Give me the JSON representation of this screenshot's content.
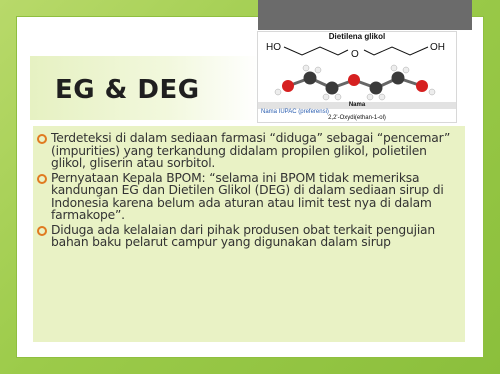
{
  "slide": {
    "title": "EG & DEG",
    "molecule": {
      "title": "Dietilena glikol",
      "left_group": "HO",
      "center_atom": "O",
      "right_group": "OH",
      "caption_header": "Nama",
      "caption_line1": "Nama IUPAC (preferensi)",
      "caption_line2": "2,2'-Oxydi(ethan-1-ol)"
    },
    "bullets": [
      {
        "text": "Terdeteksi di dalam sediaan farmasi “diduga” sebagai “pencemar” (impurities) yang terkandung didalam propilen glikol, polietilen glikol, gliserin atau sorbitol."
      },
      {
        "text": "Pernyataan Kepala BPOM: “selama ini BPOM tidak memeriksa kandungan EG dan Dietilen Glikol (DEG) di dalam sediaan sirup di Indonesia karena belum ada aturan atau limit test nya di dalam farmakope”."
      },
      {
        "text": "Diduga ada kelalaian dari pihak produsen obat terkait pengujian bahan baku pelarut campur yang digunakan dalam sirup"
      }
    ],
    "colors": {
      "background_green": "#9ccb4a",
      "content_box": "#e9f2c5",
      "bullet_orange": "#e07a1f",
      "oxygen_red": "#d62020",
      "carbon_gray": "#3a3a3a"
    }
  }
}
